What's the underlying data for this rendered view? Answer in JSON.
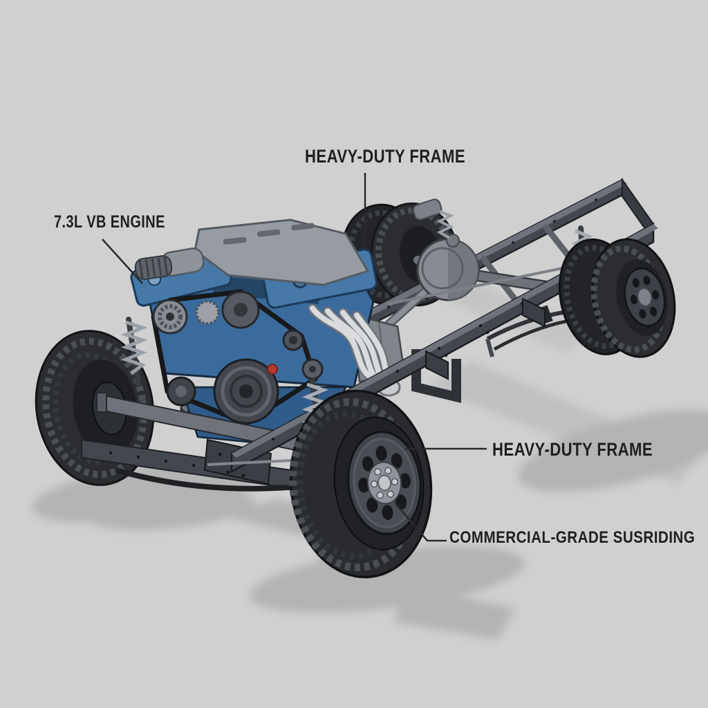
{
  "meta": {
    "background_color": "#d0d0d0",
    "subject": "Isometric technical illustration of a heavy-duty truck ladder chassis with V8 engine, wheels and suspension"
  },
  "labels": {
    "frame_top": {
      "text": "HEAVY-DUTY FRAME"
    },
    "engine": {
      "text": "7.3L VB ENGINE"
    },
    "frame_right": {
      "text": "HEAVY-DUTY FRAME"
    },
    "suspension": {
      "text": "COMMERCIAL-GRADE SUSRIDING"
    }
  },
  "palette": {
    "engine_blue": "#3a6b9c",
    "engine_blue_dark": "#2f5c8a",
    "valve_cover_blue": "#4678a8",
    "manifold_gray": "#979ca3",
    "frame_gray": "#43474e",
    "frame_gray_light": "#6e737b",
    "tire_black": "#2b2d30",
    "silver": "#d9dbdd",
    "accent_red": "#b73a30",
    "label_text": "#1f1f1f",
    "leader_line": "#2a2a2a",
    "shadow": "#a3a3a3"
  }
}
